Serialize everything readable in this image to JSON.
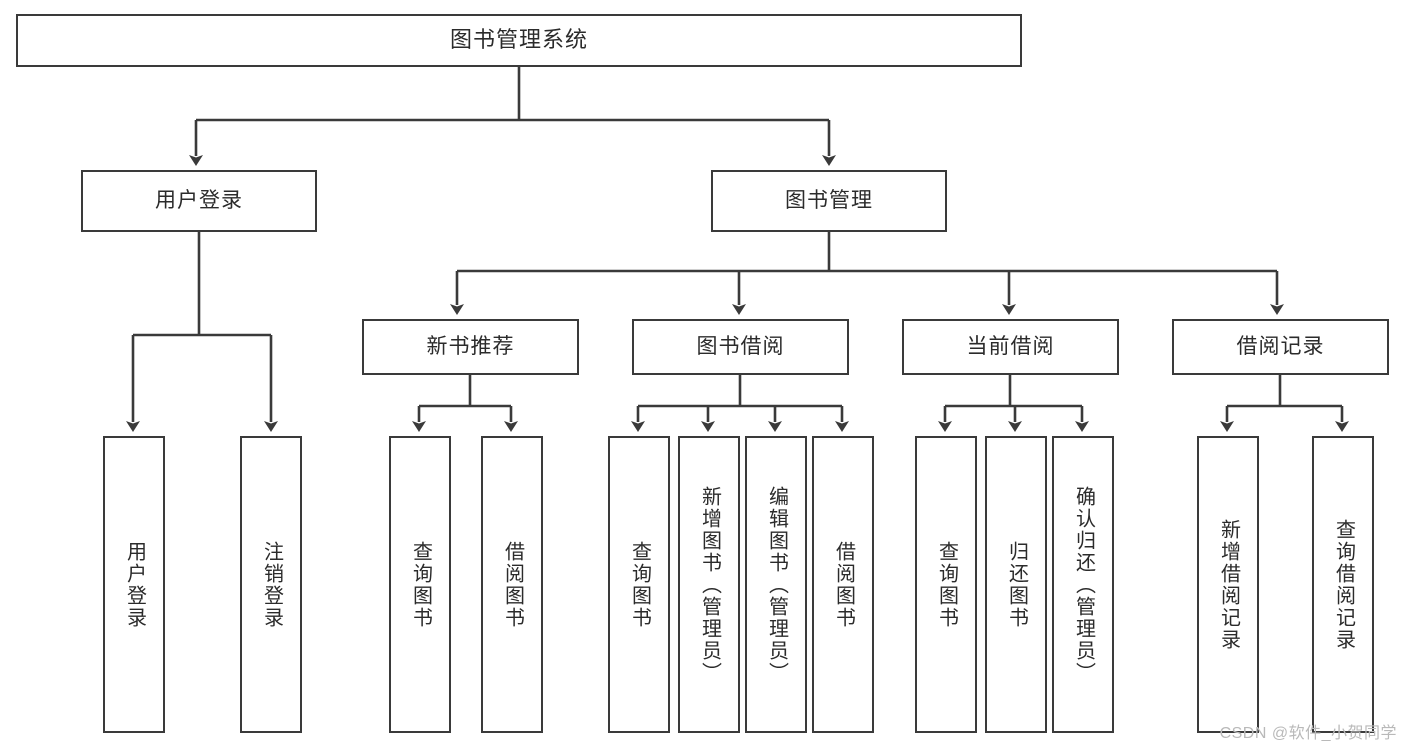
{
  "diagram": {
    "type": "tree-hierarchy-chart",
    "title": "图书管理系统",
    "level2": [
      {
        "id": "user-login",
        "label": "用户登录"
      },
      {
        "id": "book-management",
        "label": "图书管理"
      }
    ],
    "level3": [
      {
        "id": "new-book-recommendation",
        "label": "新书推荐"
      },
      {
        "id": "book-borrow",
        "label": "图书借阅"
      },
      {
        "id": "current-borrow",
        "label": "当前借阅"
      },
      {
        "id": "borrow-record",
        "label": "借阅记录"
      }
    ],
    "leaves": {
      "user_login": [
        {
          "id": "leaf-user-login",
          "label": "用户登录"
        },
        {
          "id": "leaf-logout-login",
          "label": "注销登录"
        }
      ],
      "new_book_recommendation": [
        {
          "id": "leaf-query-book-1",
          "label": "查询图书"
        },
        {
          "id": "leaf-borrow-book-1",
          "label": "借阅图书"
        }
      ],
      "book_borrow": [
        {
          "id": "leaf-query-book-2",
          "label": "查询图书"
        },
        {
          "id": "leaf-add-book",
          "label": "新增图书（管理员）"
        },
        {
          "id": "leaf-edit-book",
          "label": "编辑图书（管理员）"
        },
        {
          "id": "leaf-borrow-book-2",
          "label": "借阅图书"
        }
      ],
      "current_borrow": [
        {
          "id": "leaf-query-book-3",
          "label": "查询图书"
        },
        {
          "id": "leaf-return-book",
          "label": "归还图书"
        },
        {
          "id": "leaf-confirm-return",
          "label": "确认归还（管理员）"
        }
      ],
      "borrow_record": [
        {
          "id": "leaf-add-borrow-record",
          "label": "新增借阅记录"
        },
        {
          "id": "leaf-query-borrow-record",
          "label": "查询借阅记录"
        }
      ]
    }
  },
  "watermark": {
    "text": "CSDN @软件_小贺同学"
  },
  "colors": {
    "stroke": "#3a3a3a",
    "box_fill": "#ffffff",
    "text": "#2b2b2b",
    "watermark": "#b9b9b9"
  }
}
